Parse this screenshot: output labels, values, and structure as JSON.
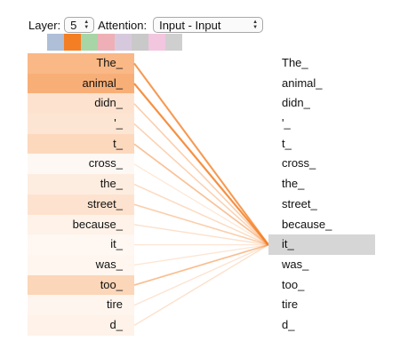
{
  "controls": {
    "layer_label": "Layer:",
    "layer_value": "5",
    "attention_label": "Attention:",
    "attention_value": "Input - Input"
  },
  "head_colors": [
    "#aebfd7",
    "#f47e23",
    "#a8d5a5",
    "#eeb0b6",
    "#d7c9dd",
    "#c9c9c9",
    "#f2c6df",
    "#cfcfcf"
  ],
  "selected_head": 1,
  "accent": "#f47e23",
  "selected_token_bg": "#d6d6d6",
  "tokens": [
    "The_",
    "animal_",
    "didn_",
    "'_",
    "t_",
    "cross_",
    "the_",
    "street_",
    "because_",
    "it_",
    "was_",
    "too_",
    "tire",
    "d_"
  ],
  "attention_weights": [
    0.55,
    0.62,
    0.22,
    0.2,
    0.3,
    0.05,
    0.14,
    0.22,
    0.1,
    0.06,
    0.07,
    0.32,
    0.08,
    0.1
  ],
  "selected_index": 9
}
